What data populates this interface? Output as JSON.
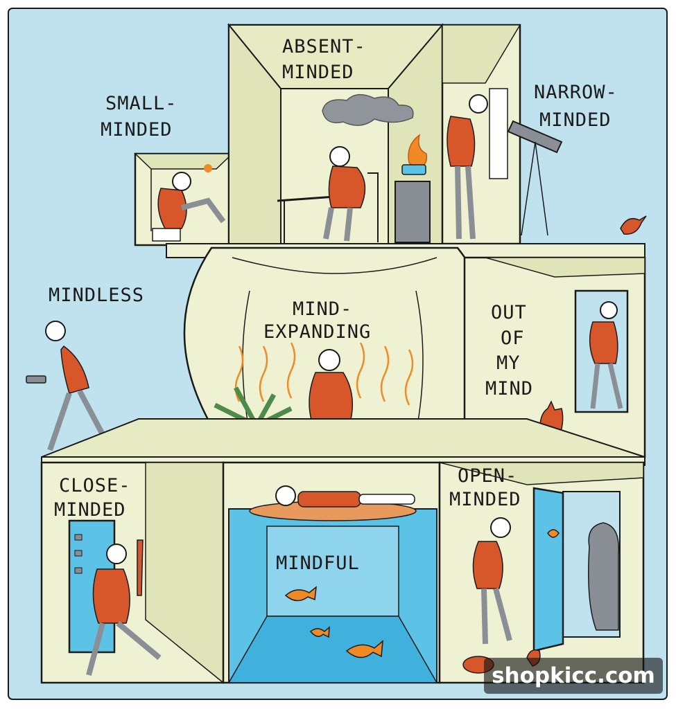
{
  "labels": {
    "small_minded": [
      "SMALL-",
      "MINDED"
    ],
    "absent_minded": [
      "ABSENT-",
      "MINDED"
    ],
    "narrow_minded": [
      "NARROW-",
      "MINDED"
    ],
    "mindless": "MINDLESS",
    "mind_expanding": [
      "MIND-",
      "EXPANDING"
    ],
    "out_of_my_mind": [
      "OUT",
      "OF",
      "MY",
      "MIND"
    ],
    "close_minded": [
      "CLOSE-",
      "MINDED"
    ],
    "mindful": "MINDFUL",
    "open_minded": [
      "OPEN-",
      "MINDED"
    ]
  },
  "watermark": "shopkicc.com",
  "colors": {
    "sky": "#bfe2ee",
    "room": "#eef2d2",
    "room_shadow": "#dfe5b9",
    "ink": "#1a1a1a",
    "shirt": "#d8572a",
    "pants": "#8a8f96",
    "water": "#5cc3e6",
    "flame": "#f08a24",
    "plant": "#4e8a48"
  }
}
